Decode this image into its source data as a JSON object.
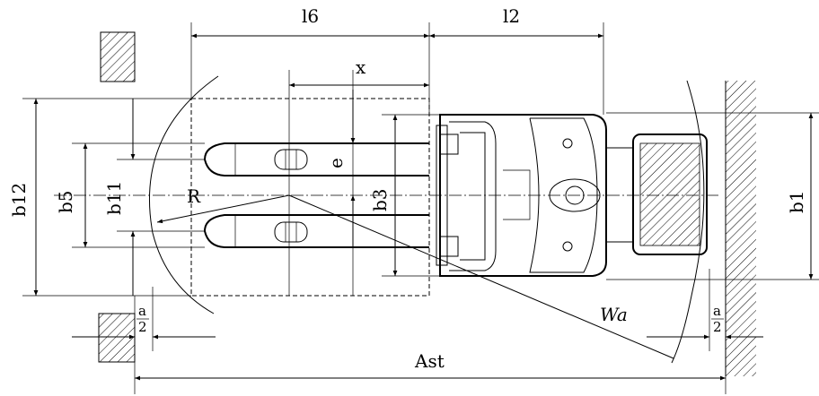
{
  "labels": {
    "l6": "l6",
    "l2": "l2",
    "x": "x",
    "e": "e",
    "b12": "b12",
    "b5": "b5",
    "b11": "b11",
    "b3": "b3",
    "b1": "b1",
    "R": "R",
    "Wa": "Wa",
    "Ast": "Ast",
    "a_num": "a",
    "a_den": "2"
  }
}
